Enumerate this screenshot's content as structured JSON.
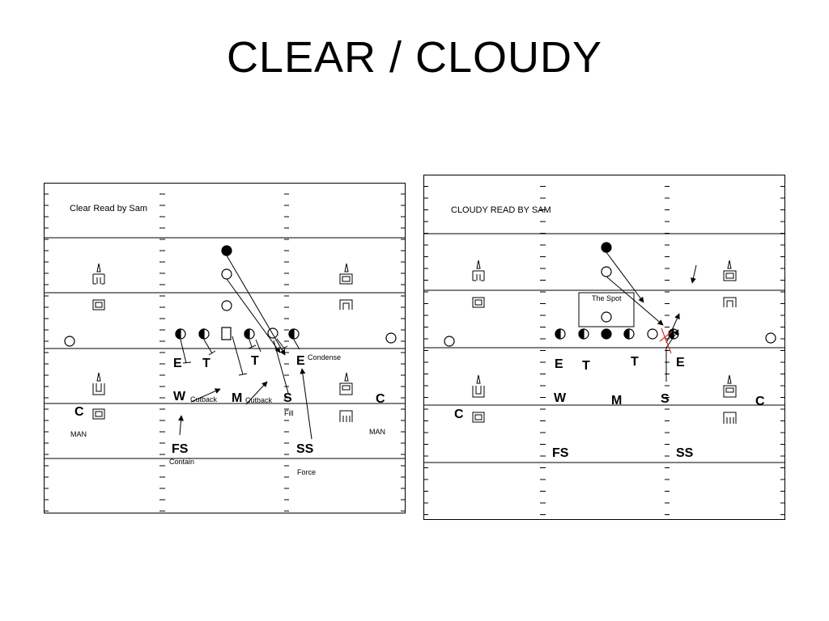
{
  "title": "CLEAR / CLOUDY",
  "diagrams": {
    "clear": {
      "heading": "Clear Read by Sam",
      "labels": {
        "E_left": "E",
        "T_left": "T",
        "T_right": "T",
        "E_right": "E",
        "W": "W",
        "M": "M",
        "S": "S",
        "C_left": "C",
        "C_right": "C",
        "FS": "FS",
        "SS": "SS"
      },
      "notes": {
        "condense": "Condense",
        "cutback_w": "Cutback",
        "cutback_m": "Cutback",
        "fill": "Fill",
        "contain": "Contain",
        "force": "Force",
        "man_left": "MAN",
        "man_right": "MAN"
      }
    },
    "cloudy": {
      "heading": "CLOUDY READ BY SAM",
      "labels": {
        "E_left": "E",
        "T_left": "T",
        "T_right": "T",
        "E_right": "E",
        "W": "W",
        "M": "M",
        "S": "S",
        "C_left": "C",
        "C_right": "C",
        "FS": "FS",
        "SS": "SS"
      },
      "notes": {
        "spot": "The Spot"
      }
    }
  },
  "colors": {
    "line": "#000000",
    "accent": "#d9302c",
    "background": "#ffffff"
  }
}
